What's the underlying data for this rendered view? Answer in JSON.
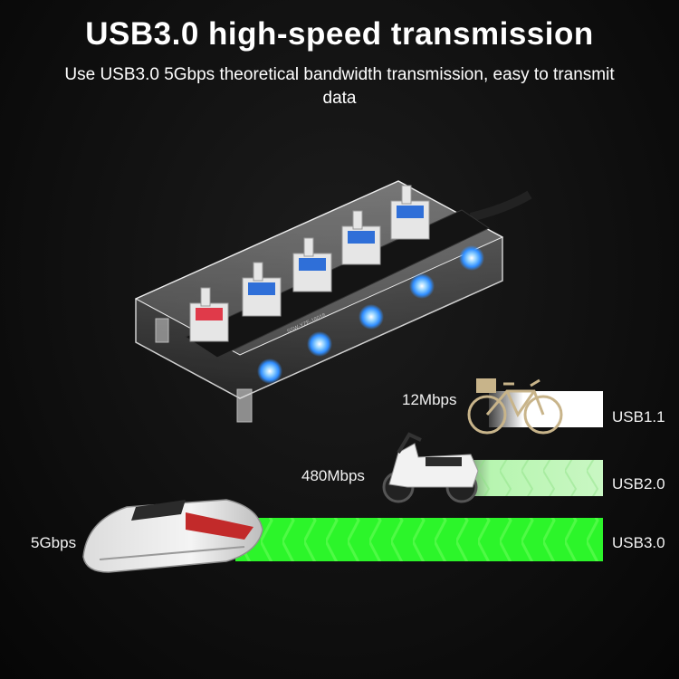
{
  "header": {
    "title": "USB3.0 high-speed transmission",
    "subtitle": "Use USB3.0 5Gbps theoretical bandwidth transmission, easy to transmit data"
  },
  "product": {
    "board_text": "SSW-YZE-18018",
    "port_count": 5
  },
  "speed_rows": [
    {
      "speed": "12Mbps",
      "standard": "USB1.1",
      "vehicle": "bicycle",
      "bar_color": "#ffffff"
    },
    {
      "speed": "480Mbps",
      "standard": "USB2.0",
      "vehicle": "scooter",
      "bar_color": "#b7f5b0"
    },
    {
      "speed": "5Gbps",
      "standard": "USB3.0",
      "vehicle": "bullet-train",
      "bar_color": "#2cf52a"
    }
  ],
  "colors": {
    "background": "#0b0b0b",
    "accent_green": "#2cf52a",
    "led_blue": "#4aa7ff",
    "port_blue": "#2f6fd8",
    "port_red": "#e03a4a"
  }
}
